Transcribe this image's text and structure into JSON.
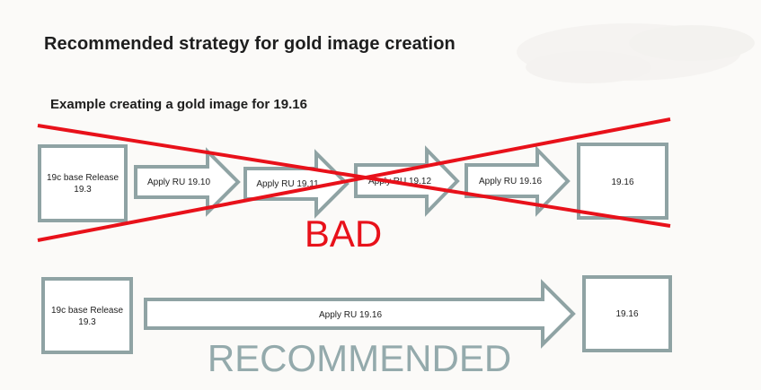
{
  "title": "Recommended strategy for gold image creation",
  "subtitle": "Example creating a gold image for 19.16",
  "colors": {
    "box_stroke": "#8fa3a4",
    "box_fill": "#ffffff",
    "cross": "#e8111a",
    "recommended": "#94aaac",
    "text": "#1e1e1e"
  },
  "bad_flow": {
    "start_box": [
      "19c base Release",
      "19.3"
    ],
    "steps": [
      "Apply RU 19.10",
      "Apply RU 19.11",
      "Apply RU 19.12",
      "Apply RU 19.16"
    ],
    "end_box": "19.16",
    "label": "BAD"
  },
  "good_flow": {
    "start_box": [
      "19c base Release",
      "19.3"
    ],
    "step": "Apply RU 19.16",
    "end_box": "19.16",
    "label": "RECOMMENDED"
  }
}
